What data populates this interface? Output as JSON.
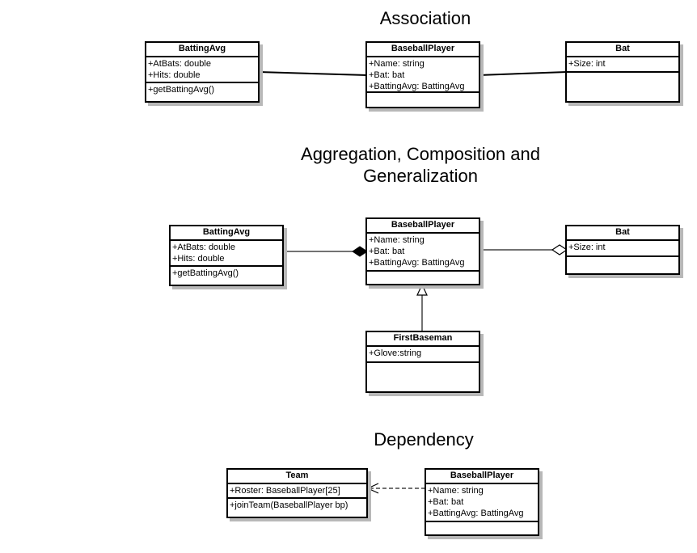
{
  "titles": {
    "association": "Association",
    "aggregation": "Aggregation, Composition and\nGeneralization",
    "dependency": "Dependency"
  },
  "association": {
    "batting_avg": {
      "name": "BattingAvg",
      "attrs": [
        "+AtBats: double",
        "+Hits: double"
      ],
      "ops": [
        "+getBattingAvg()"
      ]
    },
    "baseball_player": {
      "name": "BaseballPlayer",
      "attrs": [
        "+Name: string",
        "+Bat: bat",
        "+BattingAvg: BattingAvg"
      ],
      "ops": []
    },
    "bat": {
      "name": "Bat",
      "attrs": [
        "+Size: int"
      ],
      "ops": []
    }
  },
  "aggregation": {
    "batting_avg": {
      "name": "BattingAvg",
      "attrs": [
        "+AtBats: double",
        "+Hits: double"
      ],
      "ops": [
        "+getBattingAvg()"
      ]
    },
    "baseball_player": {
      "name": "BaseballPlayer",
      "attrs": [
        "+Name: string",
        "+Bat: bat",
        "+BattingAvg: BattingAvg"
      ],
      "ops": []
    },
    "bat": {
      "name": "Bat",
      "attrs": [
        "+Size: int"
      ],
      "ops": []
    },
    "first_baseman": {
      "name": "FirstBaseman",
      "attrs": [
        "+Glove:string"
      ],
      "ops": []
    }
  },
  "dependency": {
    "team": {
      "name": "Team",
      "attrs": [
        "+Roster: BaseballPlayer[25]"
      ],
      "ops": [
        "+joinTeam(BaseballPlayer bp)"
      ]
    },
    "baseball_player": {
      "name": "BaseballPlayer",
      "attrs": [
        "+Name: string",
        "+Bat: bat",
        "+BattingAvg: BattingAvg"
      ],
      "ops": []
    }
  }
}
